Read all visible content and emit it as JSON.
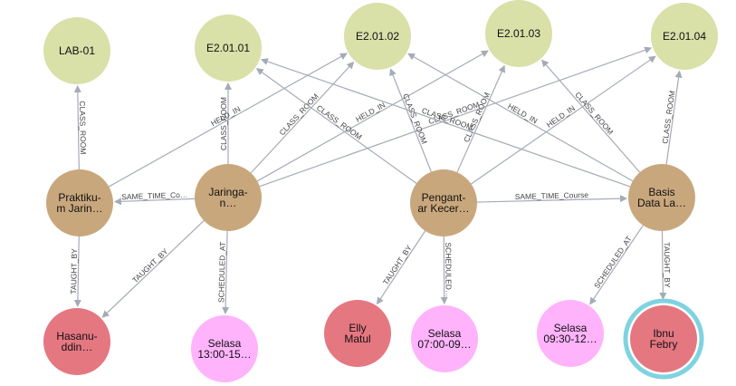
{
  "colors": {
    "classroom": "#d9e0a8",
    "course": "#c9a77d",
    "lecturer": "#e57781",
    "schedule": "#ffb3fb",
    "edge": "#a5abb6",
    "selected_ring": "#7fd3e0"
  },
  "nodes": [
    {
      "id": "lab01",
      "type": "classroom",
      "lines": [
        "LAB-01"
      ]
    },
    {
      "id": "e20101",
      "type": "classroom",
      "lines": [
        "E2.01.01"
      ]
    },
    {
      "id": "e20102",
      "type": "classroom",
      "lines": [
        "E2.01.02"
      ]
    },
    {
      "id": "e20103",
      "type": "classroom",
      "lines": [
        "E2.01.03"
      ]
    },
    {
      "id": "e20104",
      "type": "classroom",
      "lines": [
        "E2.01.04"
      ]
    },
    {
      "id": "praktikum",
      "type": "course",
      "lines": [
        "Praktiku-",
        "m Jarin…"
      ]
    },
    {
      "id": "jaringan",
      "type": "course",
      "lines": [
        "Jaringa-",
        "n…"
      ]
    },
    {
      "id": "pengantar",
      "type": "course",
      "lines": [
        "Pengant-",
        "ar Kecer…"
      ]
    },
    {
      "id": "basisdata",
      "type": "course",
      "lines": [
        "Basis",
        "Data La…"
      ]
    },
    {
      "id": "hasanuddin",
      "type": "lecturer",
      "lines": [
        "Hasanu-",
        "ddin…"
      ]
    },
    {
      "id": "selasa1300",
      "type": "schedule",
      "lines": [
        "Selasa",
        "13:00-15…"
      ]
    },
    {
      "id": "elly",
      "type": "lecturer",
      "lines": [
        "Elly",
        "Matul"
      ]
    },
    {
      "id": "selasa0700",
      "type": "schedule",
      "lines": [
        "Selasa",
        "07:00-09…"
      ]
    },
    {
      "id": "selasa0930",
      "type": "schedule",
      "lines": [
        "Selasa",
        "09:30-12…"
      ]
    },
    {
      "id": "ibnu",
      "type": "lecturer",
      "lines": [
        "Ibnu",
        "Febry"
      ],
      "selected": true
    }
  ],
  "edges": [
    {
      "from": "praktikum",
      "to": "lab01",
      "label": "CLASS_ROOM"
    },
    {
      "from": "jaringan",
      "to": "e20101",
      "label": "CLASS_ROOM"
    },
    {
      "from": "basisdata",
      "to": "e20104",
      "label": "CLASS_ROOM"
    },
    {
      "from": "jaringan",
      "to": "praktikum",
      "label": "SAME_TIME_Co…"
    },
    {
      "from": "pengantar",
      "to": "basisdata",
      "label": "SAME_TIME_Course"
    },
    {
      "from": "praktikum",
      "to": "hasanuddin",
      "label": "TAUGHT_BY"
    },
    {
      "from": "jaringan",
      "to": "hasanuddin",
      "label": "TAUGHT_BY"
    },
    {
      "from": "jaringan",
      "to": "selasa1300",
      "label": "SCHEDULED_AT"
    },
    {
      "from": "pengantar",
      "to": "elly",
      "label": "TAUGHT_BY"
    },
    {
      "from": "pengantar",
      "to": "selasa0700",
      "label": "SCHEDULED…"
    },
    {
      "from": "basisdata",
      "to": "selasa0930",
      "label": "SCHEDULED_AT"
    },
    {
      "from": "basisdata",
      "to": "ibnu",
      "label": "TAUGHT_BY"
    },
    {
      "from": "jaringan",
      "to": "e20102",
      "label": "CLASS_ROOM"
    },
    {
      "from": "jaringan",
      "to": "e20103",
      "label": "HELD_IN"
    },
    {
      "from": "jaringan",
      "to": "e20104",
      "label": "CLASS_ROOM"
    },
    {
      "from": "pengantar",
      "to": "e20101",
      "label": "CLASS_ROOM"
    },
    {
      "from": "pengantar",
      "to": "e20102",
      "label": "CLASS_ROOM"
    },
    {
      "from": "pengantar",
      "to": "e20103",
      "label": "CLASS_ROOM"
    },
    {
      "from": "pengantar",
      "to": "e20104",
      "label": "HELD_IN"
    },
    {
      "from": "basisdata",
      "to": "e20101",
      "label": "CLASS_ROOM"
    },
    {
      "from": "basisdata",
      "to": "e20102",
      "label": "HELD_IN"
    },
    {
      "from": "basisdata",
      "to": "e20103",
      "label": "CLASS_ROOM"
    },
    {
      "from": "praktikum",
      "to": "e20102",
      "label": "HELD_IN"
    }
  ]
}
